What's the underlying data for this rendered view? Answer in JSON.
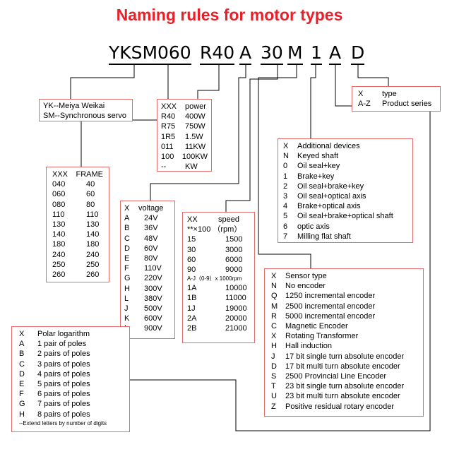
{
  "title": "Naming rules for motor types",
  "code_parts": [
    "YKSM",
    "060",
    "R40",
    "A",
    "30",
    "M",
    "1",
    "A",
    "D"
  ],
  "series": {
    "rows": [
      {
        "text": "YK--Meiya Weikai"
      },
      {
        "text": "SM--Synchronous servo"
      }
    ]
  },
  "product_series": {
    "rows": [
      {
        "k": "X",
        "v": "type"
      },
      {
        "k": "A-Z",
        "v": "Product series"
      }
    ]
  },
  "frame": {
    "header": {
      "k": "XXX",
      "v": "FRAME"
    },
    "rows": [
      {
        "k": "040",
        "v": "40"
      },
      {
        "k": "060",
        "v": "60"
      },
      {
        "k": "080",
        "v": "80"
      },
      {
        "k": "110",
        "v": "110"
      },
      {
        "k": "130",
        "v": "130"
      },
      {
        "k": "140",
        "v": "140"
      },
      {
        "k": "180",
        "v": "180"
      },
      {
        "k": "240",
        "v": "240"
      },
      {
        "k": "250",
        "v": "250"
      },
      {
        "k": "260",
        "v": "260"
      }
    ]
  },
  "power": {
    "header": {
      "k": "XXX",
      "v": "power"
    },
    "rows": [
      {
        "k": "R40",
        "v": "400W"
      },
      {
        "k": "R75",
        "v": "750W"
      },
      {
        "k": "1R5",
        "v": "1.5W"
      },
      {
        "k": "011",
        "v": "11KW"
      },
      {
        "k": "100",
        "v": "100KW"
      },
      {
        "k": "--",
        "v": "KW"
      }
    ]
  },
  "voltage": {
    "header": {
      "k": "X",
      "v": "voltage"
    },
    "rows": [
      {
        "k": "A",
        "v": "24V"
      },
      {
        "k": "B",
        "v": "36V"
      },
      {
        "k": "C",
        "v": "48V"
      },
      {
        "k": "D",
        "v": "60V"
      },
      {
        "k": "E",
        "v": "80V"
      },
      {
        "k": "F",
        "v": "110V"
      },
      {
        "k": "G",
        "v": "220V"
      },
      {
        "k": "H",
        "v": "300V"
      },
      {
        "k": "L",
        "v": "380V"
      },
      {
        "k": "J",
        "v": "500V"
      },
      {
        "k": "K",
        "v": "600V"
      },
      {
        "k": "L",
        "v": "900V"
      }
    ]
  },
  "speed": {
    "header": {
      "k": "XX",
      "v": "speed"
    },
    "unit": "**×100 （rpm）",
    "rows_a": [
      {
        "k": "15",
        "v": "1500"
      },
      {
        "k": "30",
        "v": "3000"
      },
      {
        "k": "60",
        "v": "6000"
      },
      {
        "k": "90",
        "v": "9000"
      }
    ],
    "note": "A-J（0-9）x 1000rpm",
    "rows_b": [
      {
        "k": "1A",
        "v": "10000"
      },
      {
        "k": "1B",
        "v": "11000"
      },
      {
        "k": "1J",
        "v": "19000"
      },
      {
        "k": "2A",
        "v": "20000"
      },
      {
        "k": "2B",
        "v": "21000"
      }
    ]
  },
  "additional": {
    "rows": [
      {
        "k": "X",
        "v": "Additional devices"
      },
      {
        "k": "N",
        "v": "Keyed shaft"
      },
      {
        "k": "0",
        "v": "Oil seal+key"
      },
      {
        "k": "1",
        "v": "Brake+key"
      },
      {
        "k": "2",
        "v": "Oil seal+brake+key"
      },
      {
        "k": "3",
        "v": "Oil seal+optical axis"
      },
      {
        "k": "4",
        "v": "Brake+optical axis"
      },
      {
        "k": "5",
        "v": "Oil seal+brake+optical shaft"
      },
      {
        "k": "6",
        "v": "optic axis"
      },
      {
        "k": "7",
        "v": "Milling flat shaft"
      }
    ]
  },
  "sensor": {
    "rows": [
      {
        "k": "X",
        "v": "Sensor type"
      },
      {
        "k": "N",
        "v": "No encoder"
      },
      {
        "k": "Q",
        "v": "1250 incremental encoder"
      },
      {
        "k": "M",
        "v": "2500 incremental encoder"
      },
      {
        "k": "R",
        "v": "5000 incremental encoder"
      },
      {
        "k": "C",
        "v": "Magnetic Encoder"
      },
      {
        "k": "X",
        "v": "Rotating Transformer"
      },
      {
        "k": "H",
        "v": "Hall induction"
      },
      {
        "k": "J",
        "v": "17 bit single turn absolute encoder"
      },
      {
        "k": "D",
        "v": "17 bit multi turn absolute encoder"
      },
      {
        "k": "S",
        "v": "2500 Provincial Line Encoder"
      },
      {
        "k": "T",
        "v": "23 bit single turn absolute encoder"
      },
      {
        "k": "U",
        "v": "23 bit multi turn absolute encoder"
      },
      {
        "k": "Z",
        "v": "Positive residual rotary encoder"
      }
    ]
  },
  "poles": {
    "rows": [
      {
        "k": "X",
        "v": "Polar logarithm"
      },
      {
        "k": "A",
        "v": "1 pair of poles"
      },
      {
        "k": "B",
        "v": "2 pairs of poles"
      },
      {
        "k": "C",
        "v": "3 pairs of poles"
      },
      {
        "k": "D",
        "v": "4 pairs of poles"
      },
      {
        "k": "E",
        "v": "5 pairs of poles"
      },
      {
        "k": "F",
        "v": "6 pairs of poles"
      },
      {
        "k": "G",
        "v": "7 pairs of poles"
      },
      {
        "k": "H",
        "v": "8 pairs of poles"
      }
    ],
    "note": "--Extend letters by number of digits"
  },
  "colors": {
    "title": "#e8202a",
    "box_border": "#e36b6b",
    "line": "#000000"
  }
}
